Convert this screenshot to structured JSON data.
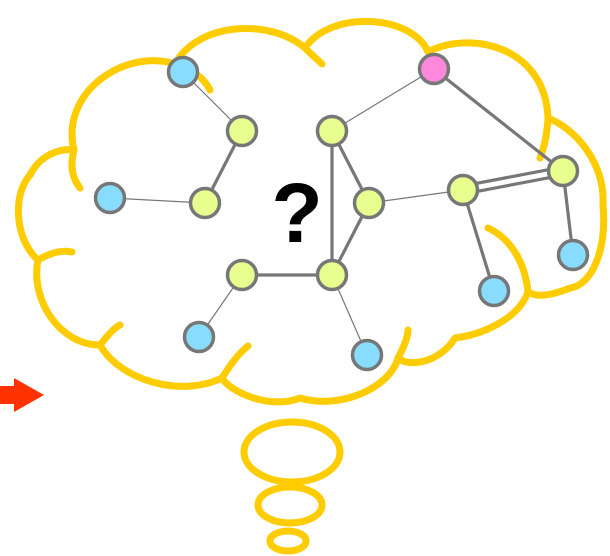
{
  "diagram": {
    "question_mark": "?",
    "colors": {
      "cloud_outline": "#ffcc00",
      "arrow": "#ff3300",
      "node_stroke": "#777777",
      "edge": "#777777",
      "node_yellow": "#e8ff90",
      "node_blue": "#88ddff",
      "node_pink": "#ff88dd"
    },
    "nodes": [
      {
        "id": "A",
        "type": "blue"
      },
      {
        "id": "B",
        "type": "yellow"
      },
      {
        "id": "C",
        "type": "yellow"
      },
      {
        "id": "D",
        "type": "blue"
      },
      {
        "id": "E",
        "type": "yellow"
      },
      {
        "id": "F",
        "type": "pink"
      },
      {
        "id": "G",
        "type": "yellow"
      },
      {
        "id": "H",
        "type": "yellow"
      },
      {
        "id": "I",
        "type": "yellow"
      },
      {
        "id": "J",
        "type": "blue"
      },
      {
        "id": "K",
        "type": "blue"
      },
      {
        "id": "L",
        "type": "yellow"
      },
      {
        "id": "M",
        "type": "yellow"
      },
      {
        "id": "N",
        "type": "blue"
      },
      {
        "id": "O",
        "type": "blue"
      }
    ],
    "edges": [
      {
        "from": "A",
        "to": "B",
        "order": 1,
        "weight": "thin"
      },
      {
        "from": "B",
        "to": "C",
        "order": 1,
        "weight": "thick"
      },
      {
        "from": "D",
        "to": "C",
        "order": 1,
        "weight": "thin"
      },
      {
        "from": "E",
        "to": "F",
        "order": 1,
        "weight": "thin"
      },
      {
        "from": "E",
        "to": "G",
        "order": 1,
        "weight": "thick"
      },
      {
        "from": "E",
        "to": "M",
        "order": 1,
        "weight": "thick"
      },
      {
        "from": "G",
        "to": "M",
        "order": 1,
        "weight": "thick"
      },
      {
        "from": "G",
        "to": "H",
        "order": 1,
        "weight": "thin"
      },
      {
        "from": "F",
        "to": "I",
        "order": 1,
        "weight": "thick"
      },
      {
        "from": "H",
        "to": "I",
        "order": 2,
        "weight": "thick"
      },
      {
        "from": "I",
        "to": "J",
        "order": 1,
        "weight": "thick"
      },
      {
        "from": "H",
        "to": "K",
        "order": 1,
        "weight": "thick"
      },
      {
        "from": "L",
        "to": "M",
        "order": 1,
        "weight": "thick"
      },
      {
        "from": "L",
        "to": "N",
        "order": 1,
        "weight": "thin"
      },
      {
        "from": "M",
        "to": "O",
        "order": 1,
        "weight": "thin"
      }
    ]
  }
}
